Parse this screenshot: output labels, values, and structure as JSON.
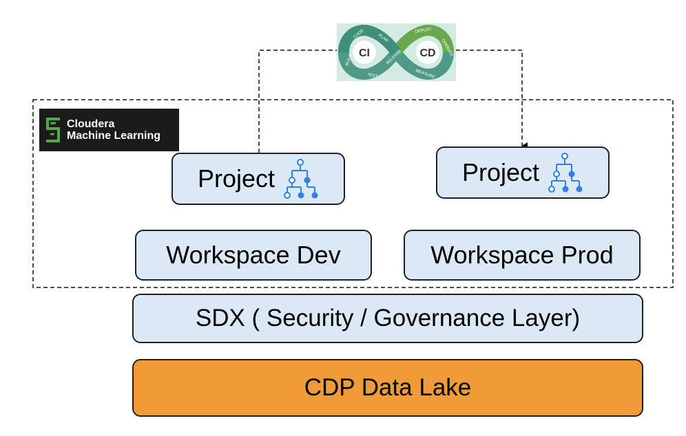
{
  "cicd_logo": {
    "ci": "CI",
    "cd": "CD",
    "stages": [
      "CODE",
      "PLAN",
      "BUILD",
      "TEST",
      "RELEASE",
      "DEPLOY",
      "OPERATE",
      "MEASURE"
    ]
  },
  "brand": {
    "line1": "Cloudera",
    "line2": "Machine Learning"
  },
  "projects": {
    "dev_label": "Project",
    "prod_label": "Project"
  },
  "workspaces": {
    "dev_label": "Workspace Dev",
    "prod_label": "Workspace Prod"
  },
  "sdx_label": "SDX ( Security / Governance Layer)",
  "data_lake_label": "CDP Data Lake",
  "colors": {
    "box_fill": "#dbe8f6",
    "data_lake_fill": "#f19b38",
    "icon_blue": "#2f7fe6",
    "logo_bg": "#1b1b1b",
    "logo_green": "#57a64a"
  }
}
